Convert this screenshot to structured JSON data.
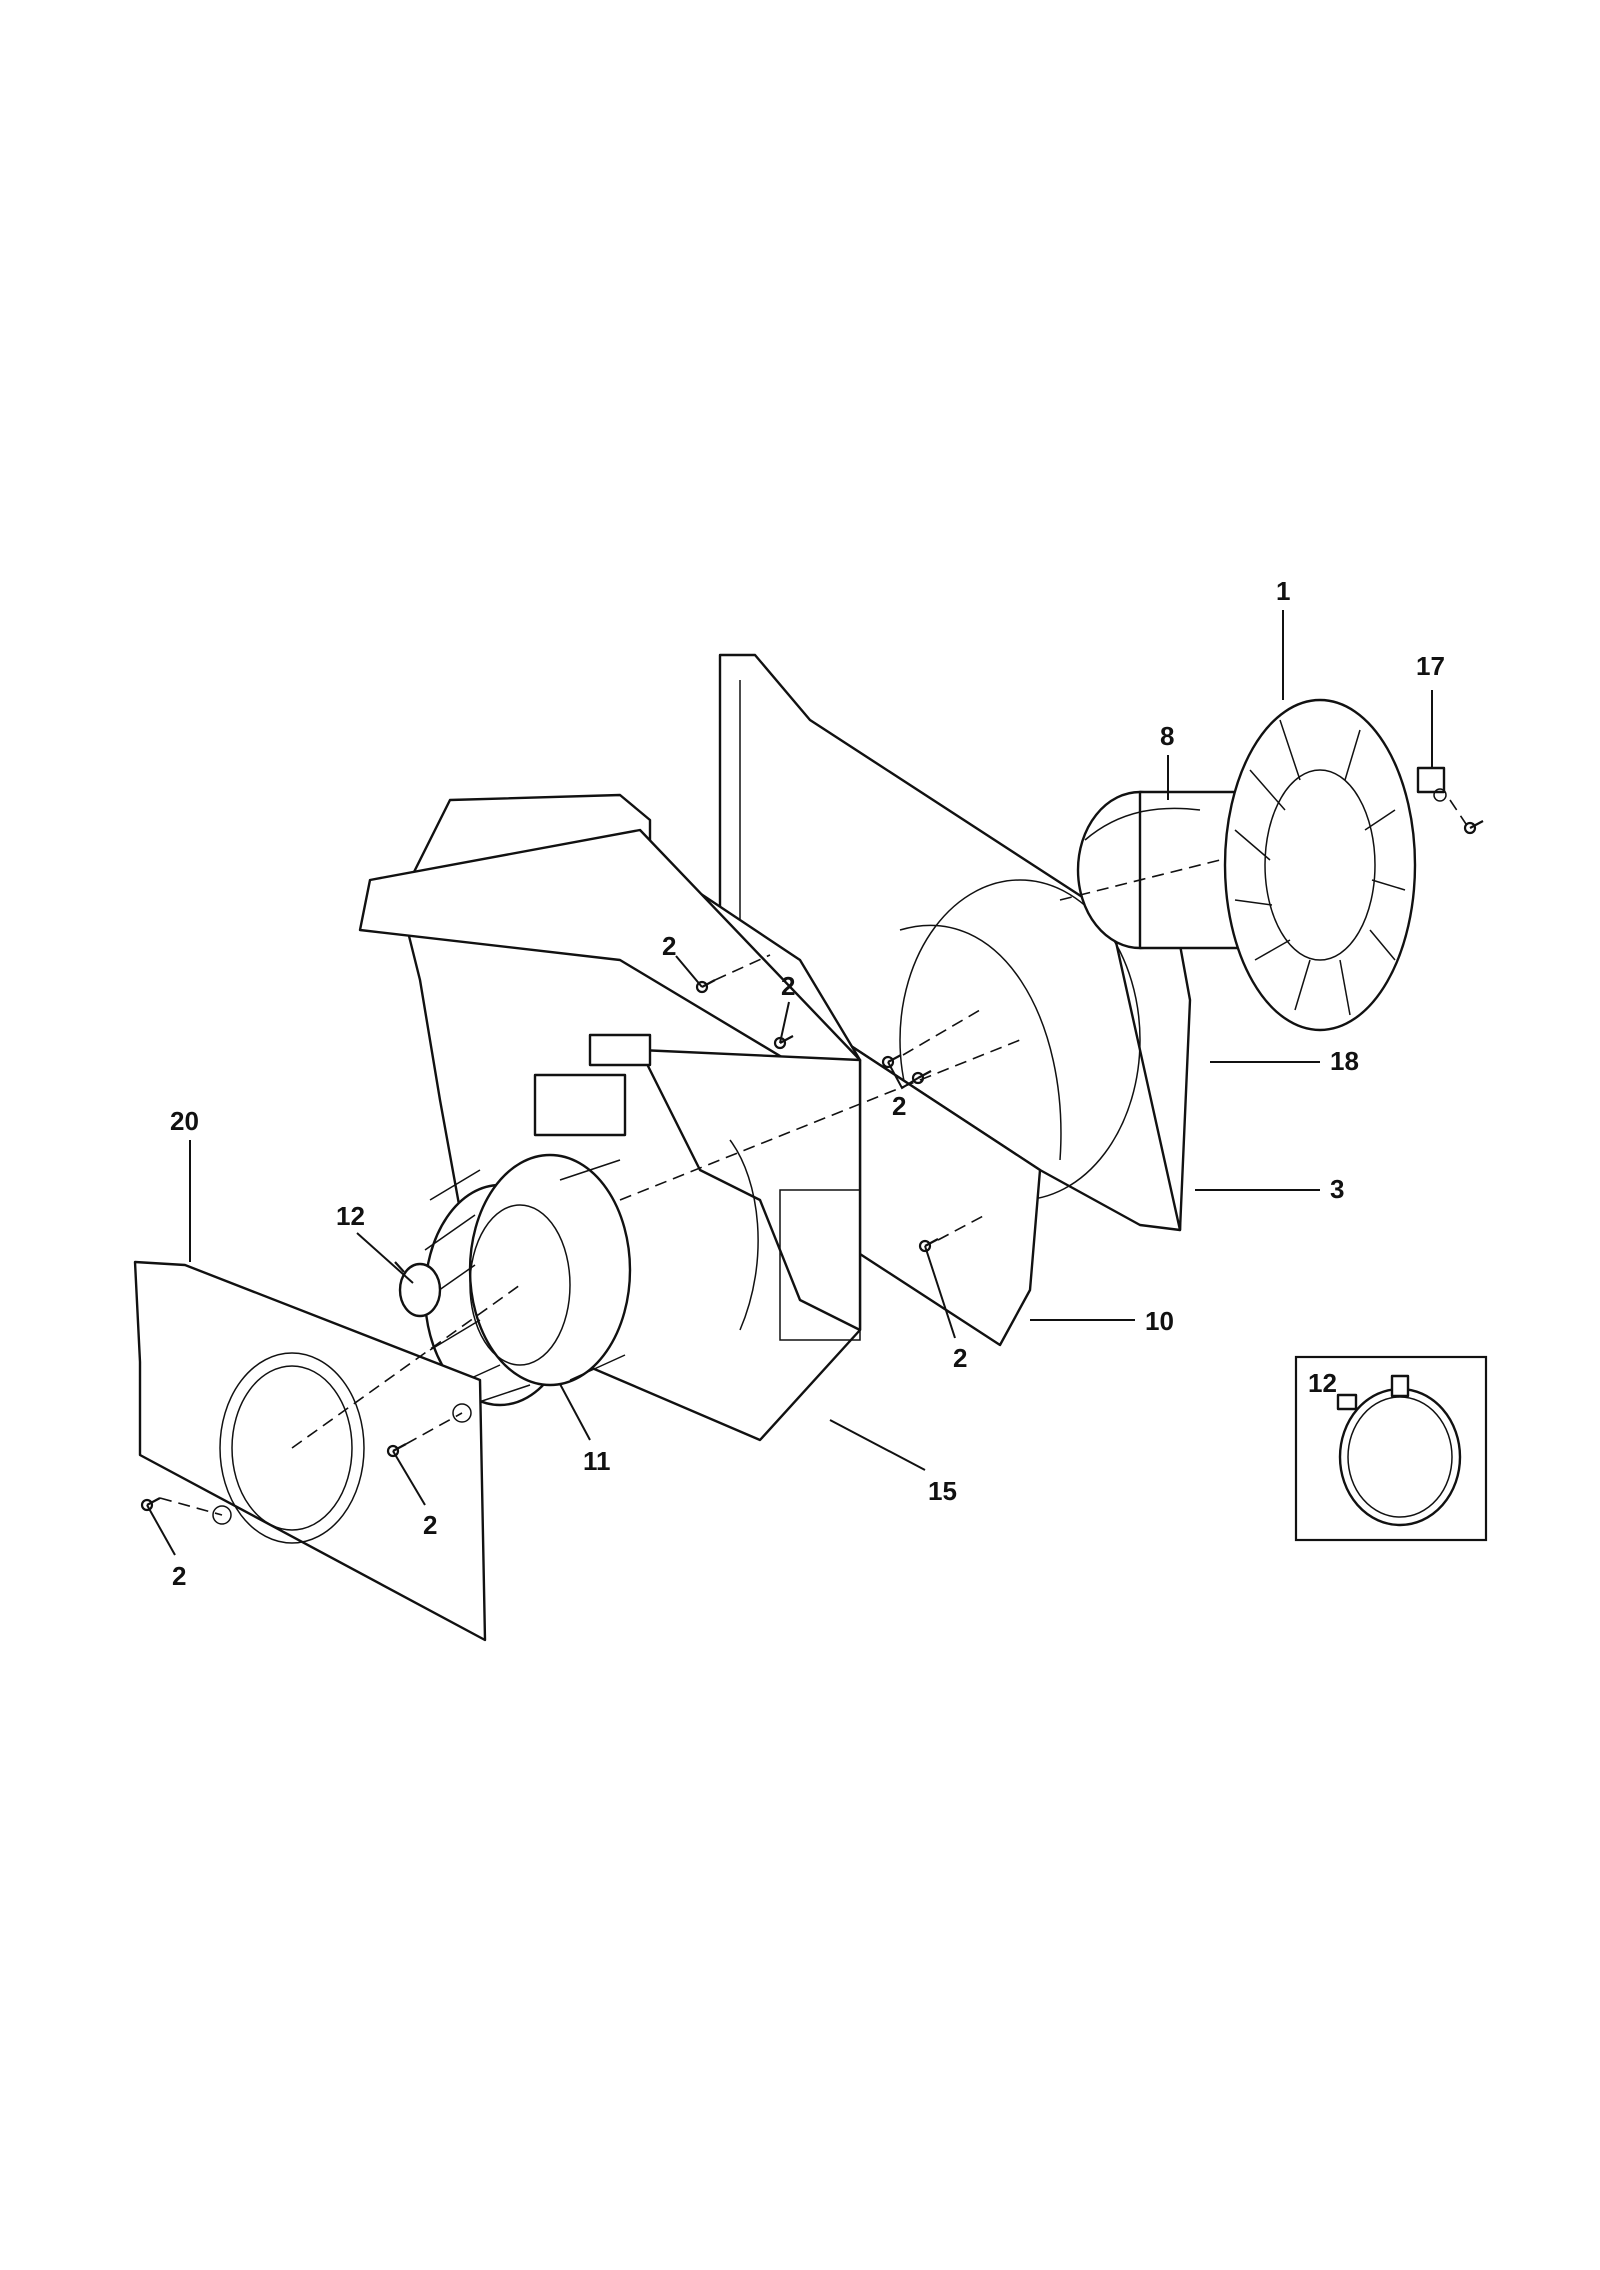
{
  "callouts": {
    "c1": "1",
    "c17": "17",
    "c8": "8",
    "c2a": "2",
    "c2b": "2",
    "c2c": "2",
    "c18": "18",
    "c3": "3",
    "c20": "20",
    "c12": "12",
    "c10": "10",
    "c2d": "2",
    "c11": "11",
    "c15": "15",
    "c2e": "2",
    "c2f": "2",
    "c12_inset": "12"
  }
}
